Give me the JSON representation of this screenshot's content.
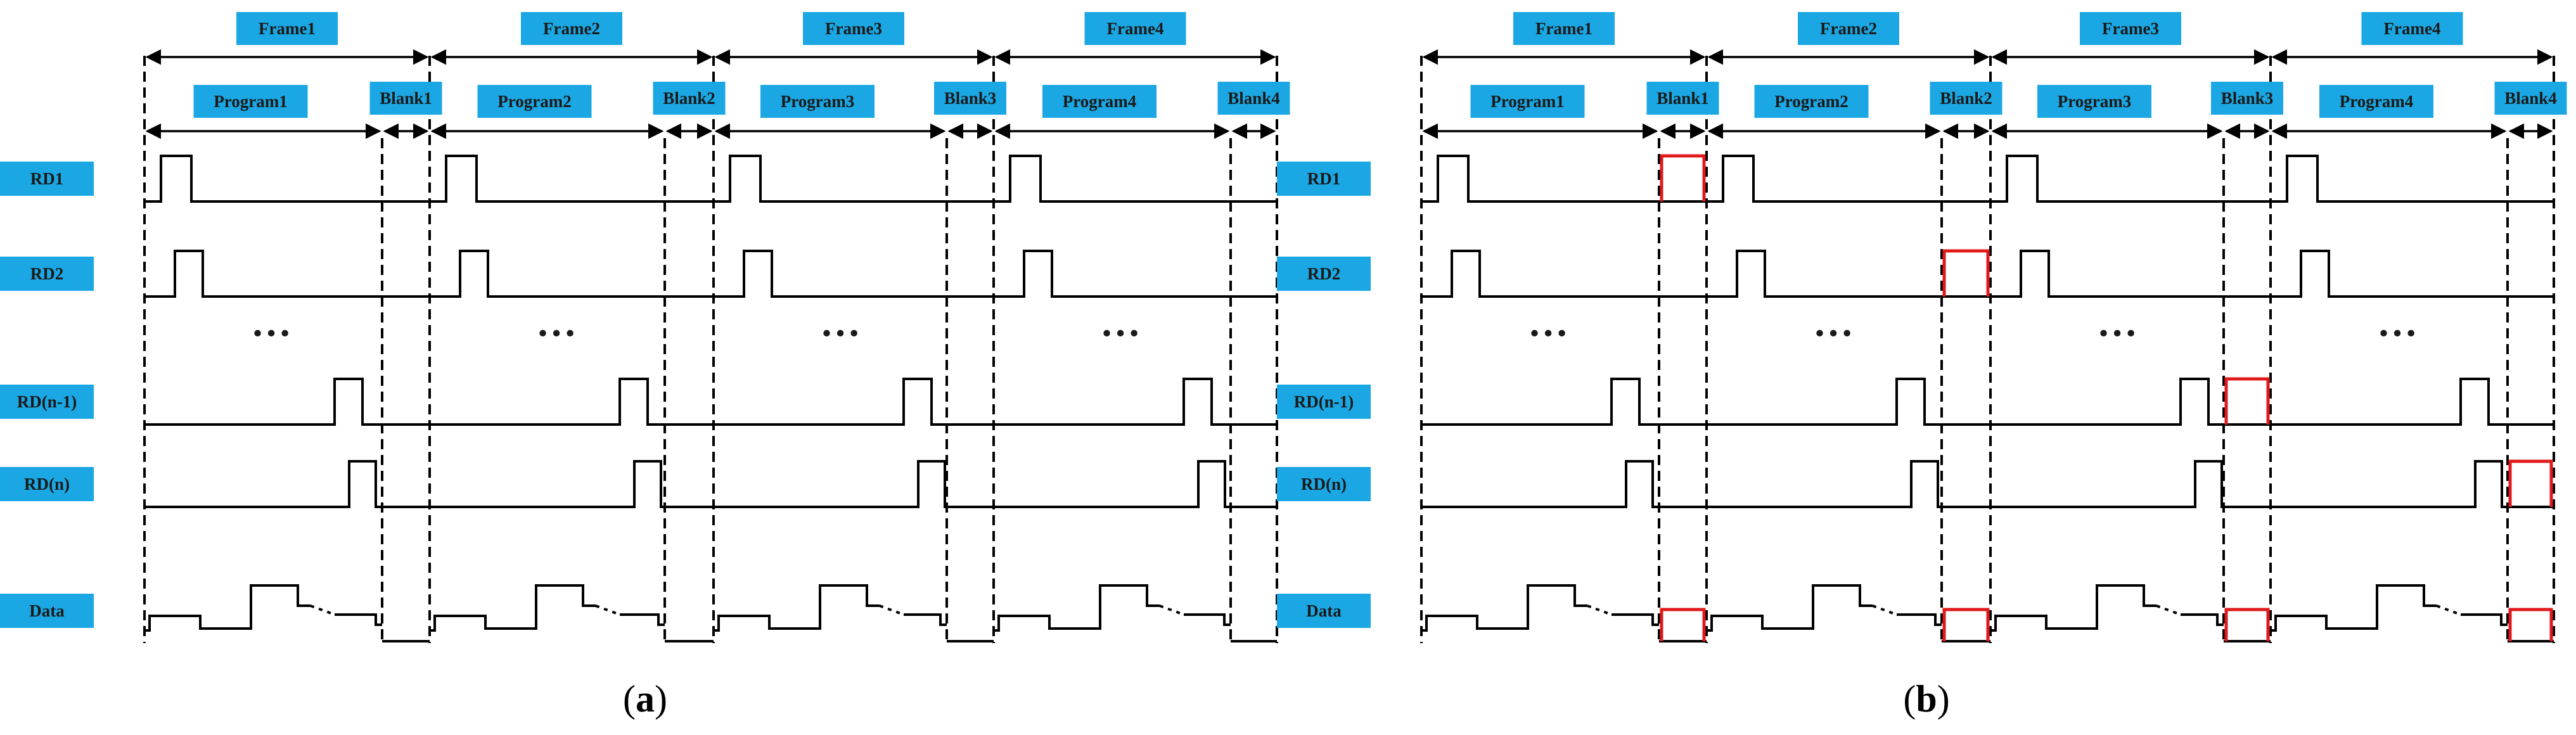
{
  "colors": {
    "box_fill": "#1aa7e3",
    "box_text": "#1a1a1a",
    "line": "#000000",
    "highlight": "#e0191b"
  },
  "ellipsis": "…",
  "panels": [
    {
      "caption_open": "(",
      "caption_letter": "a",
      "caption_close": ")",
      "frames": [
        "Frame1",
        "Frame2",
        "Frame3",
        "Frame4"
      ],
      "programs": [
        "Program1",
        "Program2",
        "Program3",
        "Program4"
      ],
      "blanks": [
        "Blank1",
        "Blank2",
        "Blank3",
        "Blank4"
      ],
      "rows": [
        "RD1",
        "RD2",
        "RD(n-1)",
        "RD(n)",
        "Data"
      ],
      "blank_pulse_rows": [],
      "data_blank_pulse": false
    },
    {
      "caption_open": "(",
      "caption_letter": "b",
      "caption_close": ")",
      "frames": [
        "Frame1",
        "Frame2",
        "Frame3",
        "Frame4"
      ],
      "programs": [
        "Program1",
        "Program2",
        "Program3",
        "Program4"
      ],
      "blanks": [
        "Blank1",
        "Blank2",
        "Blank3",
        "Blank4"
      ],
      "rows": [
        "RD1",
        "RD2",
        "RD(n-1)",
        "RD(n)",
        "Data"
      ],
      "blank_pulse_rows": [
        "RD1",
        "RD2",
        "RD(n-1)",
        "RD(n)"
      ],
      "data_blank_pulse": true
    }
  ]
}
